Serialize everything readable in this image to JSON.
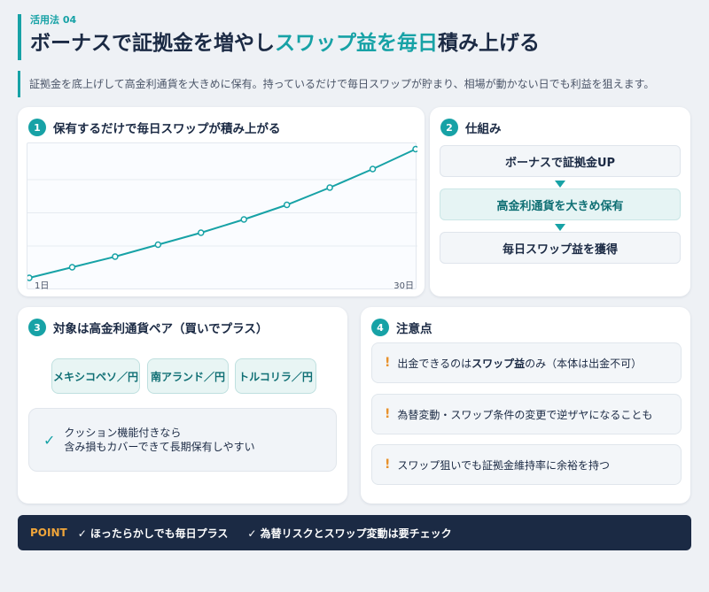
{
  "header": {
    "kicker": "活用法 04",
    "title_pre": "ボーナスで証拠金を増やし",
    "title_hl": "スワップ益を毎日",
    "title_post": "積み上げる"
  },
  "lead": "証拠金を底上げして高金利通貨を大きめに保有。持っているだけで毎日スワップが貯まり、相場が動かない日でも利益を狙えます。",
  "card1": {
    "num": "1",
    "title": "保有するだけで毎日スワップが積み上がる"
  },
  "chart_data": {
    "type": "line",
    "x_tick_labels": [
      "1日",
      "30日"
    ],
    "series": [
      {
        "values": [
          1,
          2,
          3,
          4,
          5,
          6,
          7,
          8,
          9,
          10
        ]
      }
    ],
    "note_values": "unitless relative growth, y axis has no labels",
    "y_relative": [
      0.0,
      0.08,
      0.16,
      0.25,
      0.34,
      0.44,
      0.55,
      0.68,
      0.82,
      0.97
    ],
    "grid": true,
    "color": "#17a2a6"
  },
  "card2": {
    "num": "2",
    "title": "仕組み",
    "steps": [
      "ボーナスで証拠金UP",
      "高金利通貨を大きめ保有",
      "毎日スワップ益を獲得"
    ]
  },
  "card3": {
    "num": "3",
    "title": "対象は高金利通貨ペア（買いでプラス）",
    "pairs": [
      "メキシコペソ／円",
      "南アランド／円",
      "トルコリラ／円"
    ],
    "note_line1": "クッション機能付きなら",
    "note_line2": "含み損もカバーできて長期保有しやすい",
    "check": "✓"
  },
  "card4": {
    "num": "4",
    "title": "注意点",
    "warn1_pre": "出金できるのは",
    "warn1_bold": "スワップ益",
    "warn1_post": "のみ（本体は出金不可）",
    "warn2": "為替変動・スワップ条件の変更で逆ザヤになることも",
    "warn3": "スワップ狙いでも証拠金維持率に余裕を持つ",
    "bang": "!"
  },
  "point": {
    "tag": "POINT",
    "item1": "✓ ほったらかしでも毎日プラス",
    "item2": "✓ 為替リスクとスワップ変動は要チェック"
  },
  "colors": {
    "accent": "#17a2a6",
    "navy": "#1b2a44",
    "orange": "#e8912b"
  }
}
